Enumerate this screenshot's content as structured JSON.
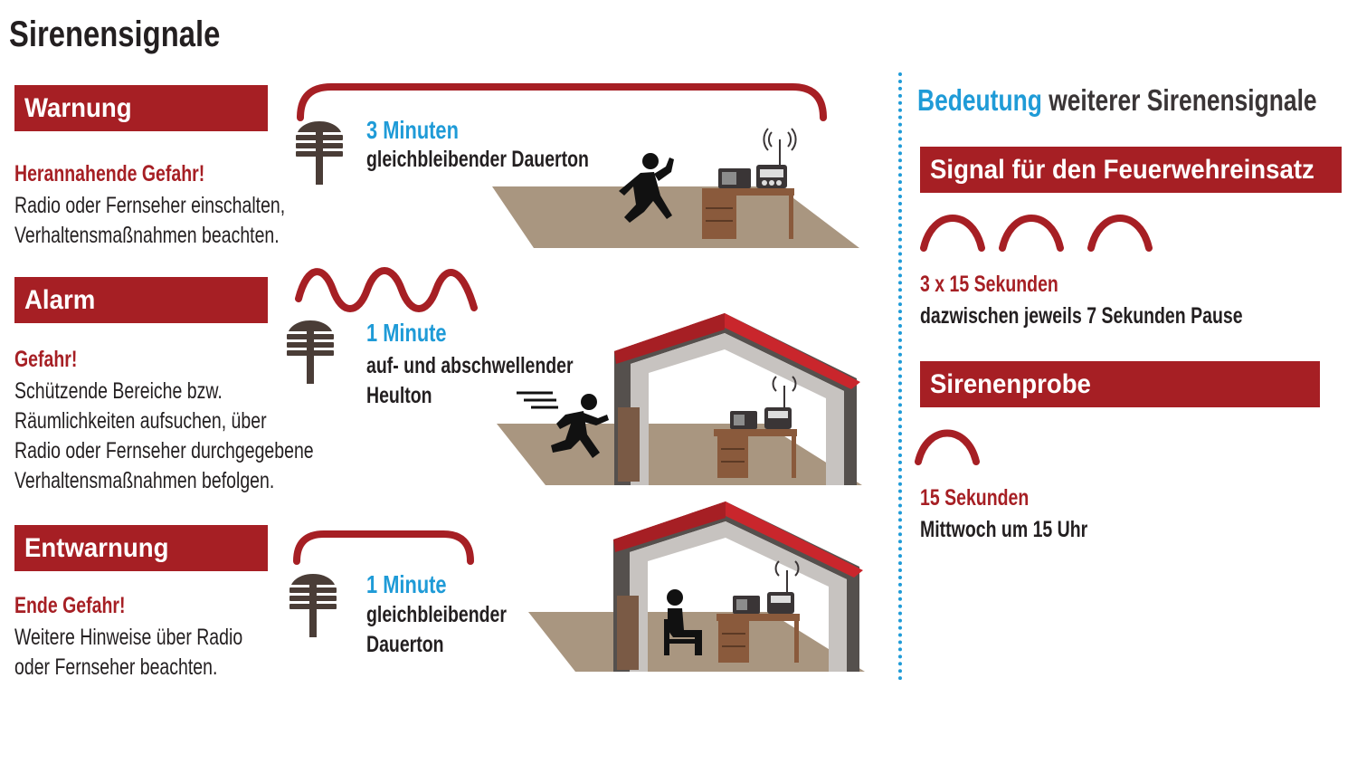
{
  "title": "Sirenensignale",
  "colors": {
    "accent_red": "#a61f24",
    "accent_blue": "#1f9bd7",
    "floor": "#a99680",
    "roof": "#c9262c",
    "wall": "#55504d",
    "siren": "#4a3d37",
    "desk": "#8a5a3c"
  },
  "signals": [
    {
      "label": "Warnung",
      "headline": "Herannahende Gefahr!",
      "text": [
        "Radio oder Fernseher einschalten,",
        "Verhaltensmaßnahmen beachten."
      ],
      "duration": "3 Minuten",
      "description": [
        "gleichbleibender Dauerton"
      ],
      "icons": [
        "siren-icon",
        "running-person-icon",
        "radio-icon"
      ]
    },
    {
      "label": "Alarm",
      "headline": "Gefahr!",
      "text": [
        "Schützende Bereiche bzw.",
        "Räumlichkeiten aufsuchen, über",
        "Radio oder Fernseher durchgegebene",
        "Verhaltensmaßnahmen befolgen."
      ],
      "duration": "1 Minute",
      "description": [
        "auf- und abschwellender",
        "Heulton"
      ],
      "icons": [
        "siren-icon",
        "running-person-icon",
        "house-icon",
        "radio-icon"
      ]
    },
    {
      "label": "Entwarnung",
      "headline": "Ende Gefahr!",
      "text": [
        "Weitere Hinweise über Radio",
        "oder Fernseher beachten."
      ],
      "duration": "1 Minute",
      "description": [
        "gleichbleibender",
        "Dauerton"
      ],
      "icons": [
        "siren-icon",
        "sitting-person-icon",
        "house-icon",
        "radio-icon"
      ]
    }
  ],
  "further": {
    "heading_highlight": "Bedeutung",
    "heading_rest": "weiterer Sirenensignale",
    "items": [
      {
        "label": "Signal für den Feuerwehreinsatz",
        "duration": "3 x 15 Sekunden",
        "description": "dazwischen jeweils 7 Sekunden Pause"
      },
      {
        "label": "Sirenenprobe",
        "duration": "15 Sekunden",
        "description": "Mittwoch um 15 Uhr"
      }
    ]
  }
}
